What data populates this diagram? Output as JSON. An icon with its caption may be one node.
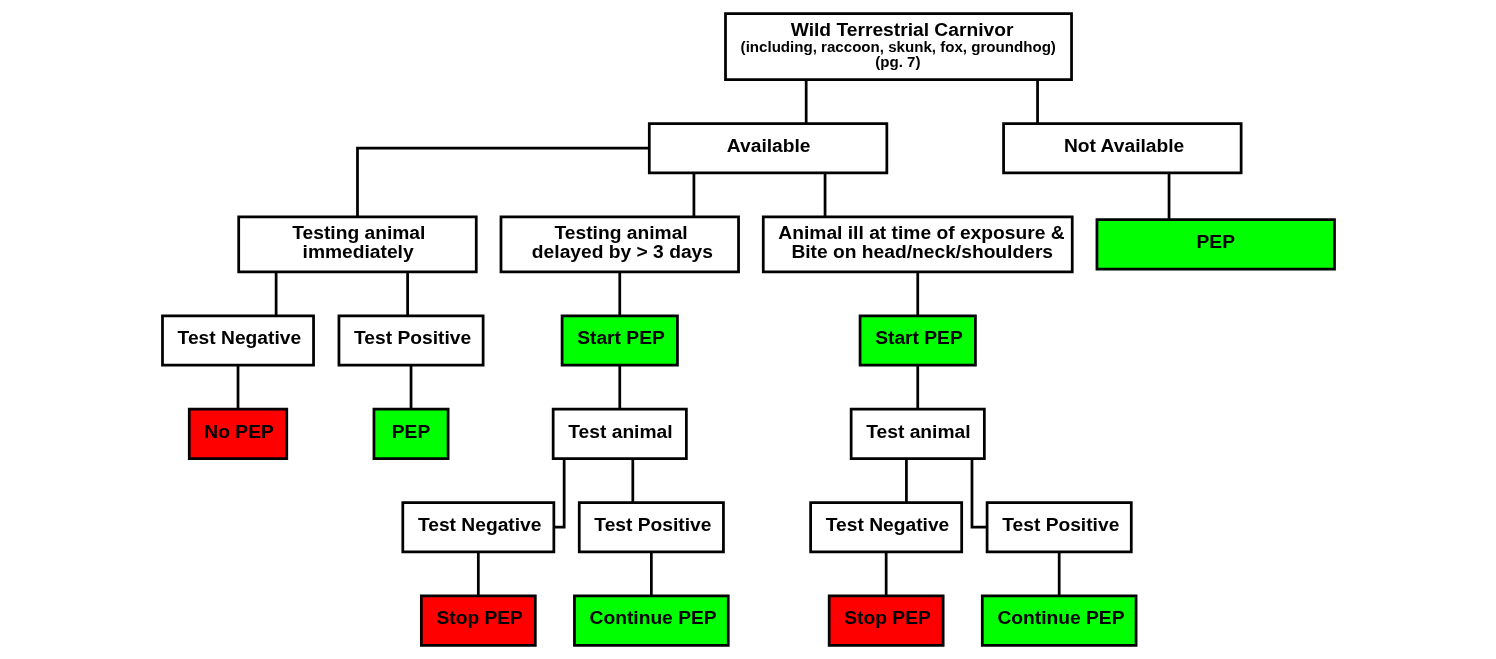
{
  "diagram": {
    "nodes": [
      {
        "text": [
          "Wild Terrestrial Carnivor",
          "(including, raccoon, skunk, fox, groundhog)",
          "(pg. 7)"
        ]
      },
      {
        "text": [
          "Available"
        ]
      },
      {
        "text": [
          "Not Available"
        ]
      },
      {
        "text": [
          "Testing animal immediately"
        ]
      },
      {
        "text": [
          "Testing animal delayed by > 3 days"
        ]
      },
      {
        "text": [
          "Animal ill at time of exposure & Bite on head/neck/shoulders"
        ]
      },
      {
        "text": [
          "PEP"
        ]
      },
      {
        "text": [
          "Test Negative"
        ]
      },
      {
        "text": [
          "Test Positive"
        ]
      },
      {
        "text": [
          "No PEP"
        ]
      },
      {
        "text": [
          "PEP"
        ]
      },
      {
        "text": [
          "Start PEP"
        ]
      },
      {
        "text": [
          "Test animal"
        ]
      },
      {
        "text": [
          "Test Negative"
        ]
      },
      {
        "text": [
          "Test Positive"
        ]
      },
      {
        "text": [
          "Stop PEP"
        ]
      },
      {
        "text": [
          "Continue PEP"
        ]
      },
      {
        "text": [
          "Start PEP"
        ]
      },
      {
        "text": [
          "Test animal"
        ]
      },
      {
        "text": [
          "Test Negative"
        ]
      },
      {
        "text": [
          "Test Positive"
        ]
      },
      {
        "text": [
          "Stop PEP"
        ]
      },
      {
        "text": [
          "Continue PEP"
        ]
      }
    ],
    "edges": [
      {
        "from": 0,
        "to": 1,
        "arrow": "none"
      },
      {
        "from": 0,
        "to": 2,
        "arrow": "none"
      },
      {
        "from": 1,
        "to": 3,
        "arrow": "none"
      },
      {
        "from": 1,
        "to": 4,
        "arrow": "none"
      },
      {
        "from": 1,
        "to": 5,
        "arrow": "none"
      },
      {
        "from": 2,
        "to": 6,
        "arrow": "none"
      },
      {
        "from": 3,
        "to": 7,
        "arrow": "none"
      },
      {
        "from": 3,
        "to": 8,
        "arrow": "none"
      },
      {
        "from": 7,
        "to": 9,
        "arrow": "none"
      },
      {
        "from": 8,
        "to": 10,
        "arrow": "none"
      },
      {
        "from": 4,
        "to": 11,
        "arrow": "none"
      },
      {
        "from": 11,
        "to": 12,
        "arrow": "none"
      },
      {
        "from": 12,
        "to": 13,
        "arrow": "none"
      },
      {
        "from": 12,
        "to": 14,
        "arrow": "none"
      },
      {
        "from": 13,
        "to": 15,
        "arrow": "none"
      },
      {
        "from": 14,
        "to": 16,
        "arrow": "none"
      },
      {
        "from": 5,
        "to": 17,
        "arrow": "none"
      },
      {
        "from": 17,
        "to": 18,
        "arrow": "none"
      },
      {
        "from": 18,
        "to": 19,
        "arrow": "none"
      },
      {
        "from": 18,
        "to": 20,
        "arrow": "none"
      },
      {
        "from": 19,
        "to": 21,
        "arrow": "none"
      },
      {
        "from": 20,
        "to": 22,
        "arrow": "none"
      }
    ]
  }
}
